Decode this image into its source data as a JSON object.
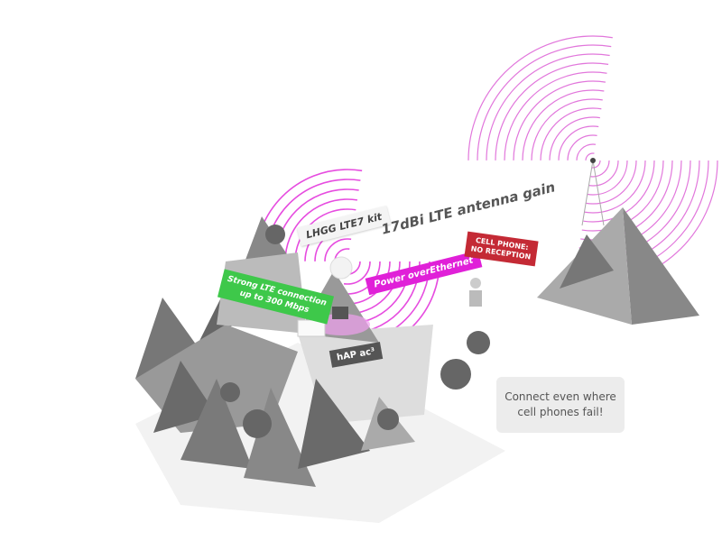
{
  "labels": {
    "kit": "LHGG LTE7 kit",
    "gain": "17dBi LTE antenna gain",
    "poe": "Power overEthernet",
    "strong_line1": "Strong LTE connection",
    "strong_line2": "up to 300 Mbps",
    "cell_line1": "CELL PHONE:",
    "cell_line2": "NO RECEPTION",
    "router": "hAP ac³"
  },
  "card": {
    "line1": "Connect even where",
    "line2": "cell phones fail!"
  },
  "colors": {
    "magenta": "#e020d8",
    "green": "#3ec84a",
    "red": "#c42a35",
    "rock": "#8a8a8a"
  }
}
